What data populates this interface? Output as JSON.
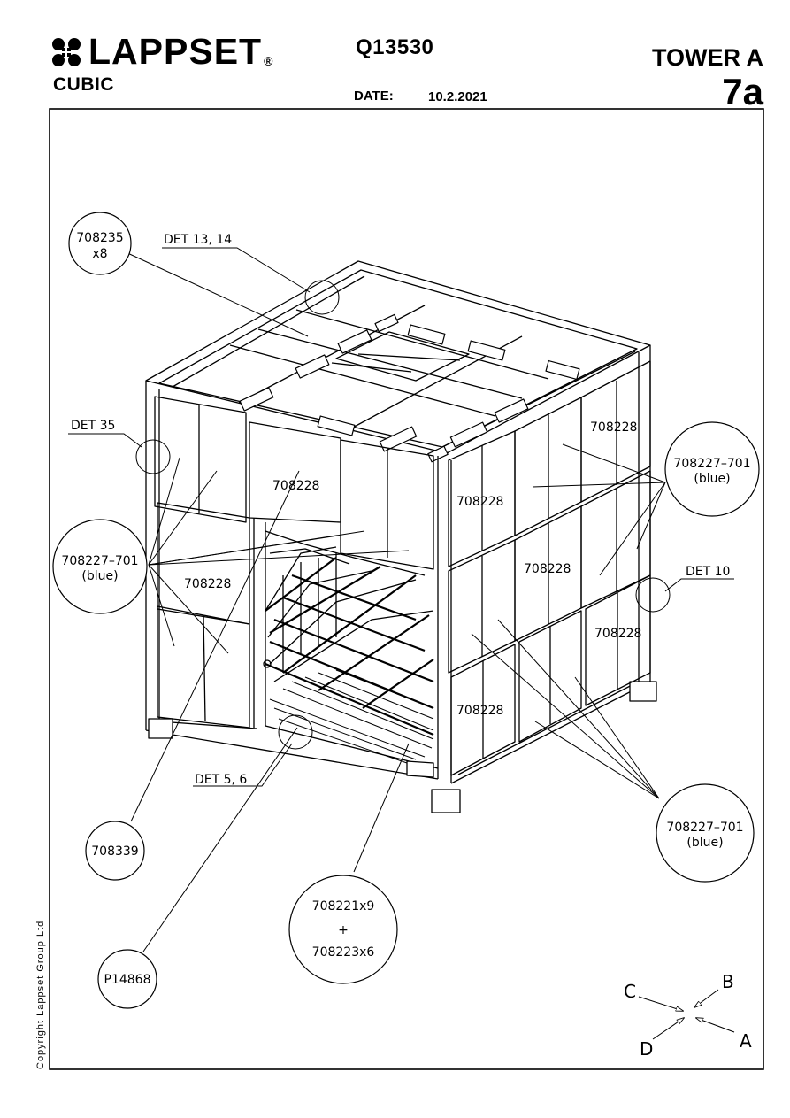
{
  "header": {
    "brand": "LAPPSET",
    "brand_mark": "®",
    "series": "CUBIC",
    "product_code": "Q13530",
    "date_label": "DATE:",
    "date_value": "10.2.2021",
    "model": "TOWER A",
    "page": "7a"
  },
  "footer": {
    "copyright": "Copyright Lappset Group Ltd"
  },
  "labels": {
    "det_13_14": "DET 13, 14",
    "det_35": "DET 35",
    "det_10": "DET 10",
    "det_5_6": "DET 5, 6"
  },
  "callouts": {
    "c708235_line1": "708235",
    "c708235_line2": "x8",
    "blue_code": "708227–701",
    "blue_note": "(blue)",
    "c708339": "708339",
    "c708221": "708221x9",
    "plus": "+",
    "c708223": "708223x6",
    "p14868": "P14868"
  },
  "panel_labels": {
    "panel": "708228"
  },
  "compass": {
    "c": "C",
    "b": "B",
    "d": "D",
    "a": "A"
  }
}
